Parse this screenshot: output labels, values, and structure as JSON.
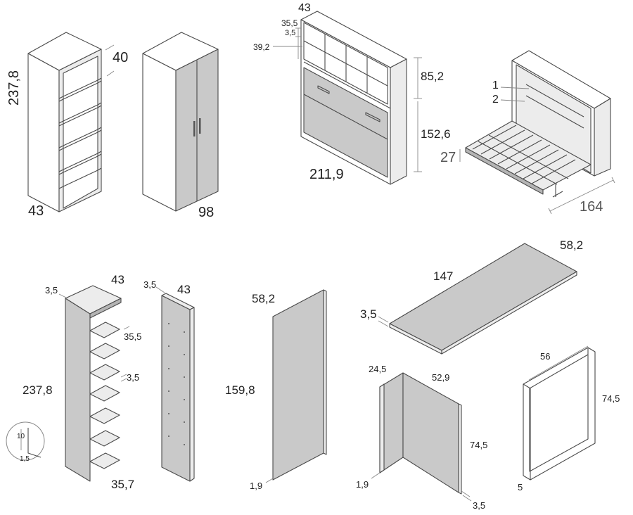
{
  "colors": {
    "panel_gray": "#c9c9c9",
    "panel_light": "#e6e6e6",
    "line": "#4a4a4a",
    "dim_line": "#888888",
    "background": "#ffffff"
  },
  "diagram": {
    "shelving_unit": {
      "height": "237,8",
      "depth": "40",
      "width": "43"
    },
    "wardrobe": {
      "width": "98"
    },
    "wall_bed_cabinet": {
      "top_depth": "43",
      "shelf_gap": "35,5",
      "board_thickness": "3,5",
      "cubby_height": "39,2",
      "top_section_height": "85,2",
      "width": "211,9",
      "bed_section_height": "152,6"
    },
    "open_bed": {
      "callout_1": "1",
      "callout_2": "2",
      "leg_height": "27",
      "width": "164"
    },
    "side_shelf_unit": {
      "board_thickness": "3,5",
      "depth": "43",
      "shelf_gap": "35,5",
      "shelf_thickness": "3,5",
      "height": "237,8",
      "bottom_width": "35,7",
      "detail_height": "10",
      "detail_thickness": "1,5"
    },
    "side_panel": {
      "thickness": "3,5",
      "depth": "43"
    },
    "door_panel": {
      "width": "58,2",
      "height": "159,8",
      "thickness": "1,9"
    },
    "desk_top": {
      "depth": "58,2",
      "length": "147",
      "thickness": "3,5"
    },
    "l_support": {
      "side_width": "24,5",
      "front_width": "52,9",
      "height": "74,5",
      "thickness": "1,9",
      "base_thickness": "3,5"
    },
    "frame_leg": {
      "width": "56",
      "height": "74,5",
      "tube": "5"
    }
  }
}
